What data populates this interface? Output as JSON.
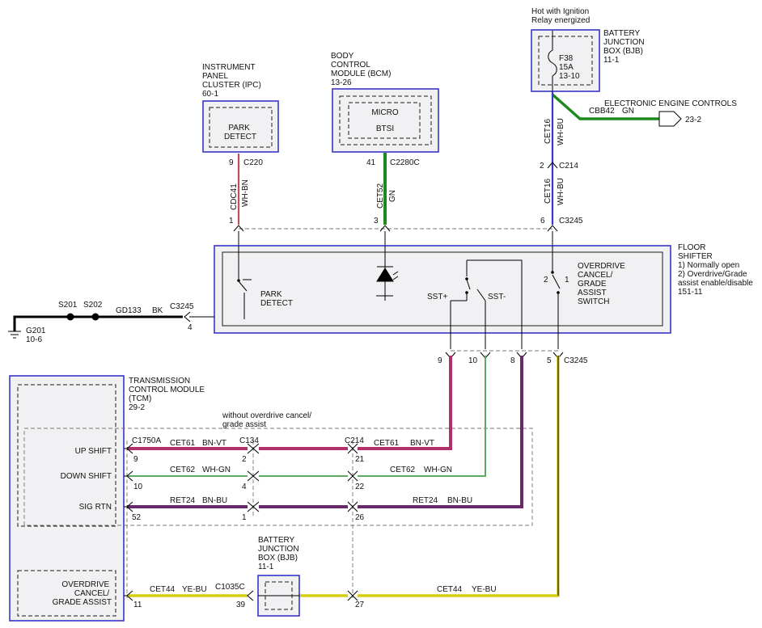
{
  "labels": {
    "ipc_title": [
      "INSTRUMENT",
      "PANEL",
      "CLUSTER (IPC)",
      "60-1"
    ],
    "ipc_inner": [
      "PARK",
      "DETECT"
    ],
    "bcm_title": [
      "BODY",
      "CONTROL",
      "MODULE (BCM)",
      "13-26"
    ],
    "bcm_micro": "MICRO",
    "bcm_btsi": "BTSI",
    "hot_ignition": [
      "Hot with Ignition",
      "Relay energized"
    ],
    "bjb_title": [
      "BATTERY",
      "JUNCTION",
      "BOX (BJB)",
      "11-1"
    ],
    "fuse": [
      "F38",
      "15A",
      "13-10"
    ],
    "eec": "ELECTRONIC ENGINE CONTROLS",
    "eec_ref": "23-2",
    "floor_shifter": [
      "FLOOR",
      "SHIFTER",
      "1) Normally open",
      "2) Overdrive/Grade",
      "assist enable/disable",
      "151-11"
    ],
    "park_detect": [
      "PARK",
      "DETECT"
    ],
    "sst_plus": "SST+",
    "sst_minus": "SST-",
    "od_switch": [
      "OVERDRIVE",
      "CANCEL/",
      "GRADE",
      "ASSIST",
      "SWITCH"
    ],
    "ground": [
      "G201",
      "10-6"
    ],
    "tcm_title": [
      "TRANSMISSION",
      "CONTROL MODULE",
      "(TCM)",
      "29-2"
    ],
    "without_od": [
      "without overdrive cancel/",
      "grade assist"
    ],
    "up_shift": "UP SHIFT",
    "down_shift": "DOWN SHIFT",
    "sig_rtn": "SIG RTN",
    "od_cancel": [
      "OVERDRIVE",
      "CANCEL/",
      "GRADE ASSIST"
    ],
    "bjb2_title": [
      "BATTERY",
      "JUNCTION",
      "BOX (BJB)",
      "11-1"
    ]
  },
  "connectors": {
    "c220": "C220",
    "c2280c": "C2280C",
    "c214_top": "C214",
    "c3245_top": "C3245",
    "c3245_left": "C3245",
    "c3245_bottom": "C3245",
    "c1750a": "C1750A",
    "c134": "C134",
    "c214_mid": "C214",
    "c1035c": "C1035C"
  },
  "splices": {
    "s201": "S201",
    "s202": "S202"
  },
  "pins": {
    "ipc_9": "9",
    "ipc_1": "1",
    "bcm_41": "41",
    "bcm_3": "3",
    "bjb_2": "2",
    "bjb_6": "6",
    "gnd_4": "4",
    "sw_2": "2",
    "sw_1": "1",
    "bot_9": "9",
    "bot_10": "10",
    "bot_8": "8",
    "bot_5": "5",
    "tcm_9": "9",
    "tcm_10": "10",
    "tcm_52": "52",
    "tcm_11": "11",
    "c134_2": "2",
    "c134_4": "4",
    "c134_1": "1",
    "c214_21": "21",
    "c214_22": "22",
    "c214_26": "26",
    "bjb2_39": "39",
    "c214_27": "27"
  },
  "circuits": {
    "cdc41": "CDC41",
    "wh_bn": "WH-BN",
    "cet52": "CET52",
    "gn": "GN",
    "cet16_a": "CET16",
    "wh_bu_a": "WH-BU",
    "cet16_b": "CET16",
    "wh_bu_b": "WH-BU",
    "cbb42": "CBB42",
    "cbb42_color": "GN",
    "gd133": "GD133",
    "bk": "BK",
    "cet61_a": "CET61",
    "bn_vt_a": "BN-VT",
    "cet61_b": "CET61",
    "bn_vt_b": "BN-VT",
    "cet62_a": "CET62",
    "wh_gn_a": "WH-GN",
    "cet62_b": "CET62",
    "wh_gn_b": "WH-GN",
    "ret24_a": "RET24",
    "bn_bu_a": "BN-BU",
    "ret24_b": "RET24",
    "bn_bu_b": "BN-BU",
    "cet44_a": "CET44",
    "ye_bu_a": "YE-BU",
    "cet44_b": "CET44",
    "ye_bu_b": "YE-BU"
  },
  "colors": {
    "module_border": "#3a36c8",
    "wire_wh_bn": "#b5554f",
    "wire_gn": "#1e8a1e",
    "wire_wh_bu": "#3a36c8",
    "wire_bn_vt": "#b0306a",
    "wire_wh_gn": "#5fa85f",
    "wire_bn_bu": "#6a2a6a",
    "wire_ye_bu": "#d8cc10"
  }
}
